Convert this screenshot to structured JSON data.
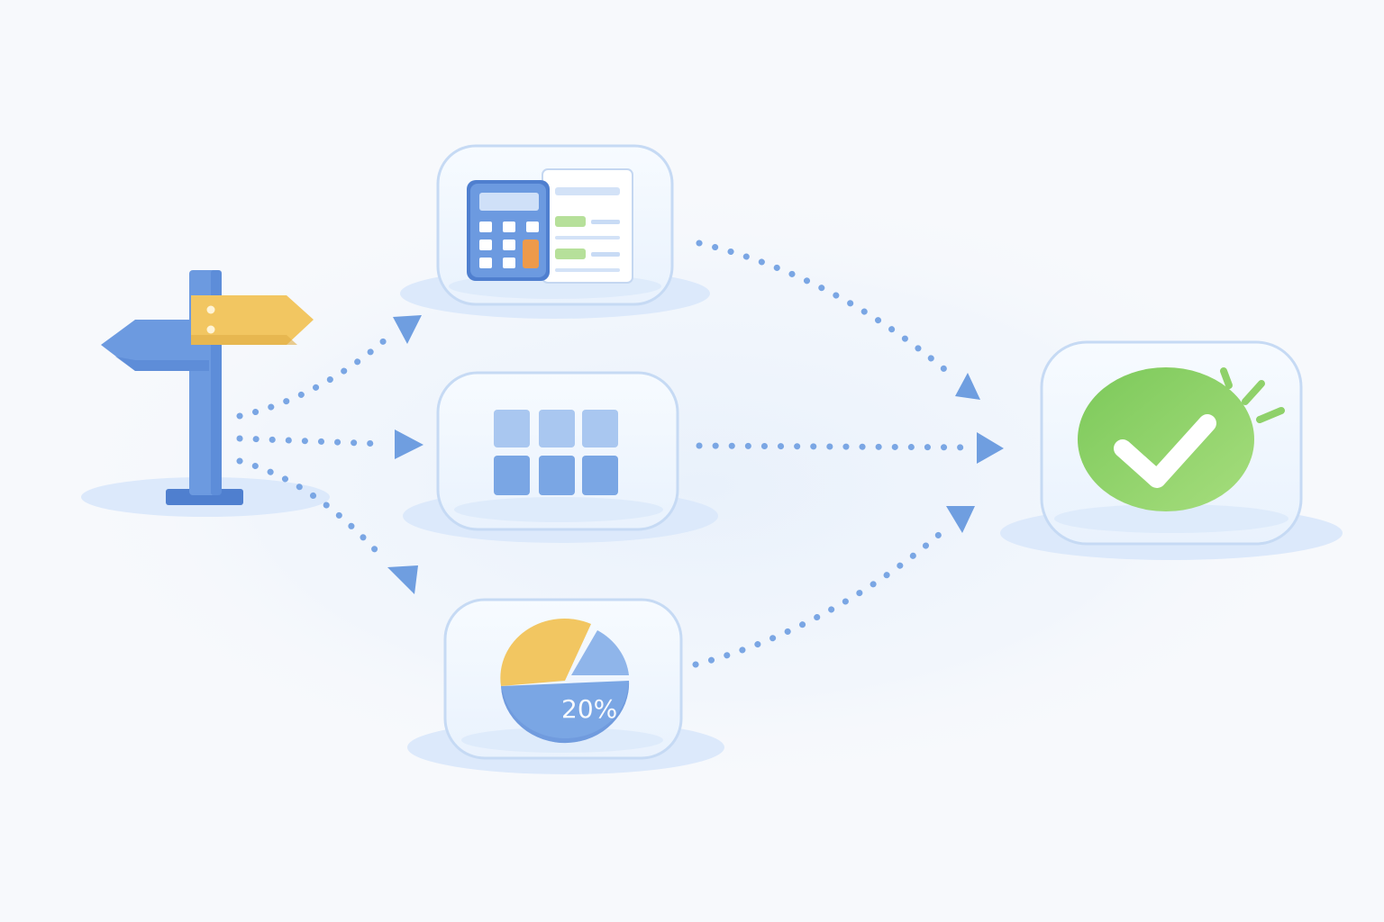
{
  "colors": {
    "background": "#f7f9fc",
    "accent_blue": "#6f9ee0",
    "dark_blue": "#4f7fcf",
    "light_blue": "#dce9fb",
    "card_fill": "#f3f8ff",
    "card_border": "#bcd3f2",
    "yellow": "#f2c661",
    "orange": "#ee9a4a",
    "green": "#8fd16a",
    "green_dark": "#6fbf4c"
  },
  "nodes": {
    "start": {
      "icon": "signpost-icon"
    },
    "options": [
      {
        "id": "option-calculator",
        "icon": "calculator-document-icon"
      },
      {
        "id": "option-grid",
        "icon": "grid-icon"
      },
      {
        "id": "option-pie",
        "icon": "pie-chart-icon",
        "label": "20%"
      }
    ],
    "result": {
      "icon": "checkmark-icon"
    }
  },
  "connectors": [
    {
      "from": "start",
      "to": "option-calculator",
      "style": "dotted-arrow"
    },
    {
      "from": "start",
      "to": "option-grid",
      "style": "dotted-arrow"
    },
    {
      "from": "start",
      "to": "option-pie",
      "style": "dotted-arrow"
    },
    {
      "from": "option-calculator",
      "to": "result",
      "style": "dotted-arrow"
    },
    {
      "from": "option-grid",
      "to": "result",
      "style": "dotted-arrow"
    },
    {
      "from": "option-pie",
      "to": "result",
      "style": "dotted-arrow"
    }
  ]
}
